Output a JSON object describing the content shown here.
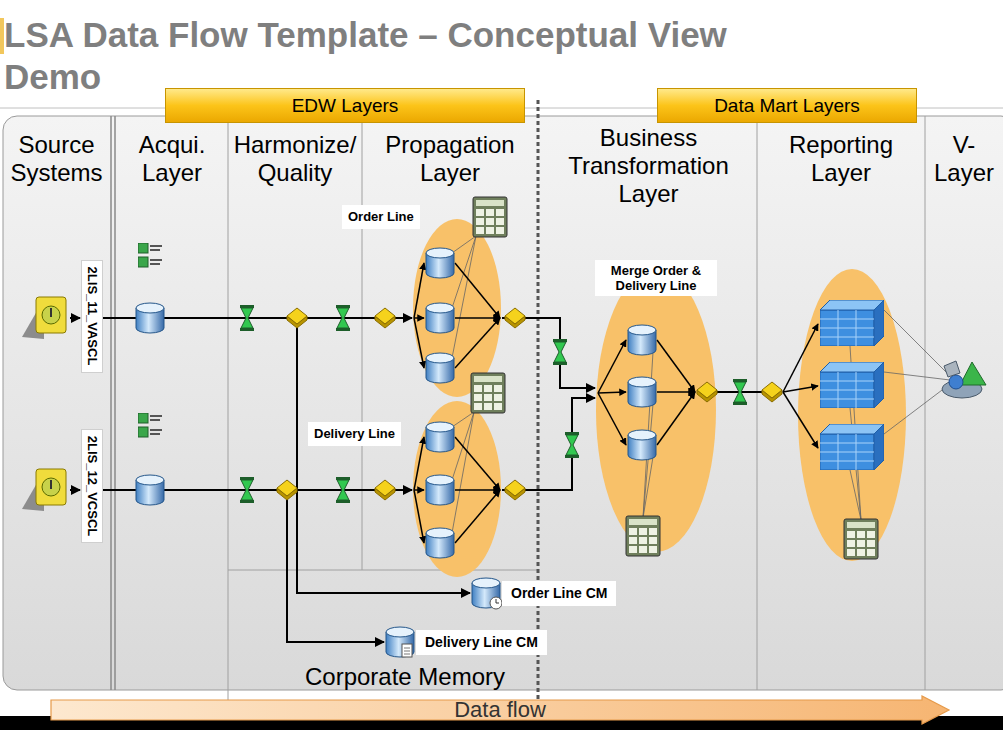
{
  "diagram": {
    "title": "LSA Data Flow Template – Conceptual View Demo",
    "nodes": [
      {
        "text": [
          "EDW Layers"
        ]
      },
      {
        "text": [
          "Data Mart Layers"
        ]
      },
      {
        "text": [
          "2LIS_11_VASCL"
        ]
      },
      {
        "text": [
          "Order Line"
        ]
      },
      {
        "text": [
          "Merge Order & Delivery Line"
        ]
      },
      {
        "text": [
          "2LIS_12_VCSCL"
        ]
      },
      {
        "text": [
          "Delivery Line"
        ]
      },
      {
        "text": [
          "Order Line CM"
        ]
      },
      {
        "text": [
          "Delivery Line CM"
        ]
      },
      {
        "text": [
          "Data flow"
        ]
      }
    ],
    "edges": [
      {
        "from": 2,
        "to": 3,
        "arrow": "to"
      },
      {
        "from": 5,
        "to": 6,
        "arrow": "to"
      },
      {
        "from": 3,
        "to": 4,
        "arrow": "to"
      },
      {
        "from": 6,
        "to": 4,
        "arrow": "to"
      },
      {
        "from": 2,
        "to": 7,
        "arrow": "to"
      },
      {
        "from": 5,
        "to": 8,
        "arrow": "to"
      }
    ],
    "labels": [
      "Source Systems",
      "Acqui. Layer",
      "Harmonize/ Quality",
      "Propagation Layer",
      "Business Transformation Layer",
      "Reporting Layer",
      "V- Layer",
      "Corporate Memory"
    ]
  }
}
